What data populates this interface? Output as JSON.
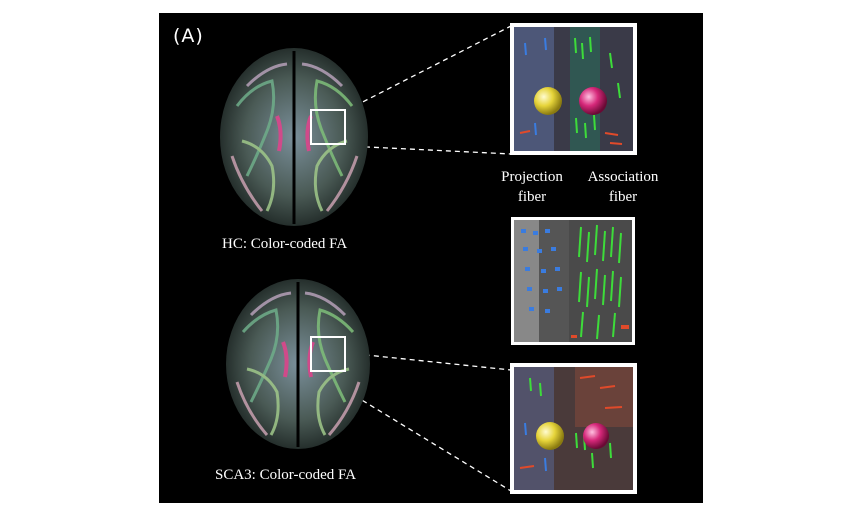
{
  "panel_label": "(A)",
  "brains": [
    {
      "caption": "HC: Color-coded FA"
    },
    {
      "caption": "SCA3: Color-coded FA"
    }
  ],
  "fiber_labels": {
    "projection": [
      "Projection",
      "fiber"
    ],
    "association": [
      "Association",
      "fiber"
    ]
  },
  "colors": {
    "background": "#000000",
    "frame": "#ffffff",
    "projection_sphere": "#e6d43a",
    "association_sphere": "#d6287a",
    "fiber_green": "#3ddc3a",
    "fiber_blue": "#3a7ce0",
    "fiber_red": "#e04a2a"
  }
}
